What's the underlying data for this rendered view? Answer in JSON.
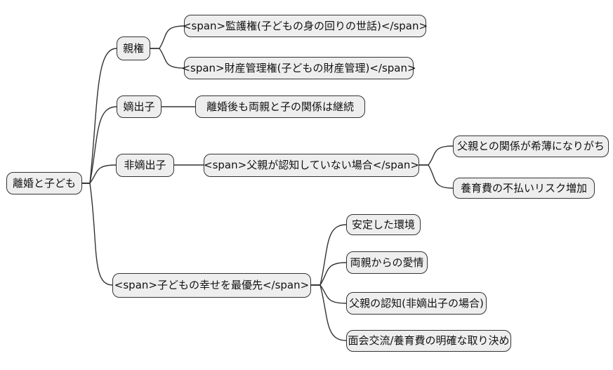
{
  "mindmap": {
    "root": {
      "label": "離婚と子ども"
    },
    "branches": [
      {
        "label": "親権",
        "children": [
          {
            "label": "<span>監護権(子どもの身の回りの世話)</span>"
          },
          {
            "label": "<span>財産管理権(子どもの財産管理)</span>"
          }
        ]
      },
      {
        "label": "嫡出子",
        "children": [
          {
            "label": "離婚後も両親と子の関係は継続"
          }
        ]
      },
      {
        "label": "非嫡出子",
        "children": [
          {
            "label": "<span>父親が認知していない場合</span>",
            "children": [
              {
                "label": "父親との関係が希薄になりがち"
              },
              {
                "label": "養育費の不払いリスク増加"
              }
            ]
          }
        ]
      },
      {
        "label": "<span>子どもの幸せを最優先</span>",
        "children": [
          {
            "label": "安定した環境"
          },
          {
            "label": "両親からの愛情"
          },
          {
            "label": "父親の認知(非嫡出子の場合)"
          },
          {
            "label": "面会交流/養育費の明確な取り決め"
          }
        ]
      }
    ],
    "colors": {
      "background": "#ffffff",
      "node_fill": "#eeeeee",
      "node_border": "#333333",
      "edge": "#333333",
      "text": "#111111"
    }
  }
}
